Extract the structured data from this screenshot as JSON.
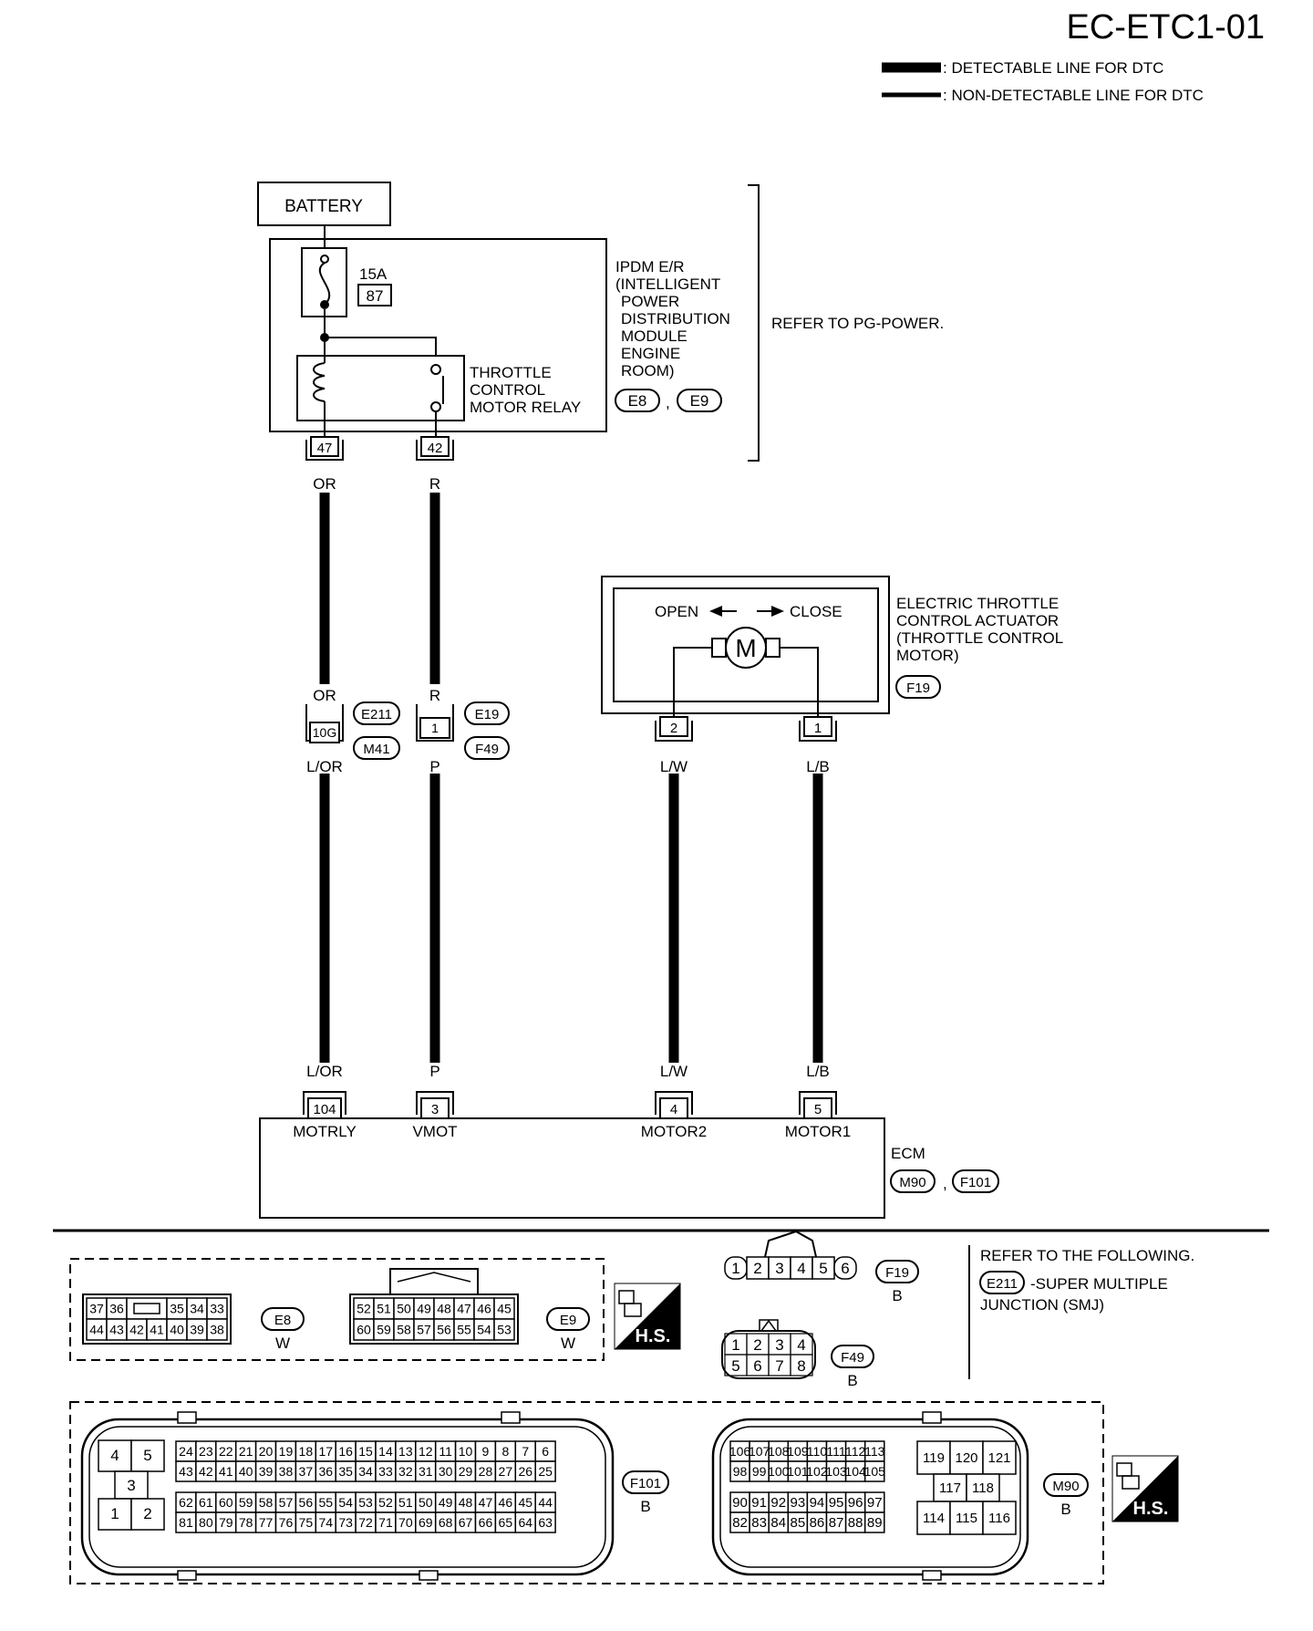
{
  "header": {
    "code": "EC-ETC1-01",
    "legend": [
      {
        "style": "thick",
        "label": ": DETECTABLE LINE FOR DTC"
      },
      {
        "style": "thin",
        "label": ": NON-DETECTABLE LINE FOR DTC"
      }
    ]
  },
  "battery": {
    "label": "BATTERY"
  },
  "ipdm": {
    "fuse_amps": "15A",
    "fuse_no": "87",
    "name_lines": [
      "IPDM E/R",
      "(INTELLIGENT",
      "POWER",
      "DISTRIBUTION",
      "MODULE",
      "ENGINE",
      "ROOM)"
    ],
    "connectors": [
      "E8",
      "E9"
    ],
    "connector_sep": ",",
    "relay_lines": [
      "THROTTLE",
      "CONTROL",
      "MOTOR RELAY"
    ],
    "terminal_a": "47",
    "terminal_b": "42",
    "refer": "REFER TO PG-POWER."
  },
  "wires": {
    "w1": {
      "top": "OR",
      "mid_top": "OR",
      "mid_bottom": "L/OR",
      "bottom": "L/OR"
    },
    "w2": {
      "top": "R",
      "mid_top": "R",
      "mid_bottom": "P",
      "bottom": "P"
    },
    "w3": {
      "top": "L/W",
      "bottom": "L/W"
    },
    "w4": {
      "top": "L/B",
      "bottom": "L/B"
    }
  },
  "joints": {
    "j1": {
      "terminal": "10G",
      "conn_top": "E211",
      "conn_bottom": "M41"
    },
    "j2": {
      "terminal": "1",
      "conn_top": "E19",
      "conn_bottom": "F49"
    }
  },
  "actuator": {
    "open": "OPEN",
    "close": "CLOSE",
    "motor": "M",
    "name_lines": [
      "ELECTRIC THROTTLE",
      "CONTROL ACTUATOR",
      "(THROTTLE CONTROL",
      " MOTOR)"
    ],
    "connector": "F19",
    "terminal_a": "2",
    "terminal_b": "1"
  },
  "ecm": {
    "name": "ECM",
    "connectors": [
      "M90",
      "F101"
    ],
    "connector_sep": ",",
    "terminals": [
      {
        "no": "104",
        "name": "MOTRLY"
      },
      {
        "no": "3",
        "name": "VMOT"
      },
      {
        "no": "4",
        "name": "MOTOR2"
      },
      {
        "no": "5",
        "name": "MOTOR1"
      }
    ]
  },
  "refer_note": {
    "line1": "REFER TO THE FOLLOWING.",
    "conn": "E211",
    "line2": "-SUPER MULTIPLE",
    "line3": "JUNCTION (SMJ)"
  },
  "face_views": {
    "hs_label": "H.S.",
    "E8": {
      "id": "E8",
      "color": "W",
      "rows": [
        [
          "37",
          "36",
          "",
          "",
          "35",
          "34",
          "33"
        ],
        [
          "44",
          "43",
          "42",
          "41",
          "40",
          "39",
          "38"
        ]
      ]
    },
    "E9": {
      "id": "E9",
      "color": "W",
      "rows": [
        [
          "52",
          "51",
          "50",
          "49",
          "48",
          "47",
          "46",
          "45"
        ],
        [
          "60",
          "59",
          "58",
          "57",
          "56",
          "55",
          "54",
          "53"
        ]
      ]
    },
    "F19": {
      "id": "F19",
      "color": "B",
      "pins": [
        "1",
        "2",
        "3",
        "4",
        "5",
        "6"
      ]
    },
    "F49": {
      "id": "F49",
      "color": "B",
      "rows": [
        [
          "1",
          "2",
          "3",
          "4"
        ],
        [
          "5",
          "6",
          "7",
          "8"
        ]
      ]
    },
    "F101": {
      "id": "F101",
      "color": "B",
      "left": [
        "4",
        "5",
        "3",
        "1",
        "2"
      ],
      "rows": [
        [
          "24",
          "23",
          "22",
          "21",
          "20",
          "19",
          "18",
          "17",
          "16",
          "15",
          "14",
          "13",
          "12",
          "11",
          "10",
          "9",
          "8",
          "7",
          "6"
        ],
        [
          "43",
          "42",
          "41",
          "40",
          "39",
          "38",
          "37",
          "36",
          "35",
          "34",
          "33",
          "32",
          "31",
          "30",
          "29",
          "28",
          "27",
          "26",
          "25"
        ],
        [
          "62",
          "61",
          "60",
          "59",
          "58",
          "57",
          "56",
          "55",
          "54",
          "53",
          "52",
          "51",
          "50",
          "49",
          "48",
          "47",
          "46",
          "45",
          "44"
        ],
        [
          "81",
          "80",
          "79",
          "78",
          "77",
          "76",
          "75",
          "74",
          "73",
          "72",
          "71",
          "70",
          "69",
          "68",
          "67",
          "66",
          "65",
          "64",
          "63"
        ]
      ]
    },
    "M90": {
      "id": "M90",
      "color": "B",
      "rows": [
        [
          "106",
          "107",
          "108",
          "109",
          "110",
          "111",
          "112",
          "113"
        ],
        [
          "98",
          "99",
          "100",
          "101",
          "102",
          "103",
          "104",
          "105"
        ],
        [
          "90",
          "91",
          "92",
          "93",
          "94",
          "95",
          "96",
          "97"
        ],
        [
          "82",
          "83",
          "84",
          "85",
          "86",
          "87",
          "88",
          "89"
        ]
      ],
      "right": [
        [
          "119",
          "120",
          "121"
        ],
        [
          "117",
          "118"
        ],
        [
          "114",
          "115",
          "116"
        ]
      ]
    }
  }
}
